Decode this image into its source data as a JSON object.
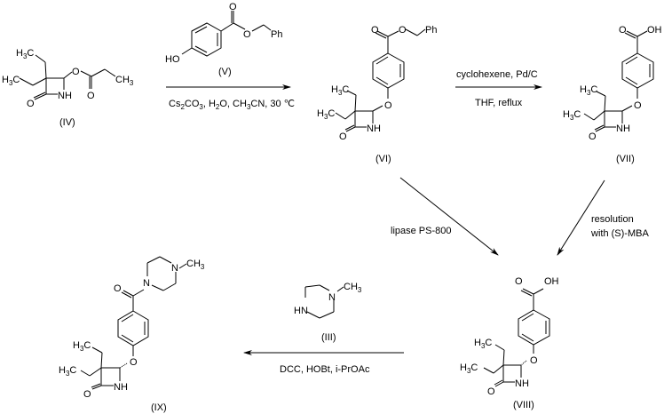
{
  "scheme": {
    "compounds": {
      "IV": {
        "label": "(IV)",
        "atoms": {
          "h3c_top": "H",
          "h3c_top_sub": "3",
          "h3c_top_c": "C",
          "h3c_left": "H",
          "h3c_left_sub": "3",
          "h3c_left_c": "C",
          "o_ether": "O",
          "o_carbonyl_ester": "O",
          "ch3": "CH",
          "ch3_sub": "3",
          "nh": "NH",
          "o_lactam": "O"
        }
      },
      "V": {
        "label": "(V)",
        "atoms": {
          "ho": "HO",
          "o_carbonyl": "O",
          "o_ester": "O",
          "ph": "Ph"
        }
      },
      "VI": {
        "label": "(VI)",
        "atoms": {
          "o_carbonyl": "O",
          "o_ester": "O",
          "ph": "Ph",
          "o_ether": "O",
          "nh": "NH",
          "o_lactam": "O",
          "h": "H",
          "sub3": "3",
          "c": "C"
        }
      },
      "VII": {
        "label": "(VII)",
        "atoms": {
          "o_carbonyl": "O",
          "oh": "OH",
          "o_ether": "O",
          "nh": "NH",
          "o_lactam": "O",
          "h": "H",
          "sub3": "3",
          "c": "C"
        }
      },
      "VIII": {
        "label": "(VIII)",
        "atoms": {
          "o_carbonyl": "O",
          "oh": "OH",
          "o_ether": "O",
          "nh": "NH",
          "o_lactam": "O",
          "h": "H",
          "sub3": "3",
          "c": "C"
        }
      },
      "III": {
        "label": "(III)",
        "atoms": {
          "hn": "HN",
          "n": "N",
          "ch": "CH",
          "sub3": "3"
        }
      },
      "IX": {
        "label": "(IX)",
        "atoms": {
          "o_carbonyl": "O",
          "n1": "N",
          "n2": "N",
          "ch": "CH",
          "sub3": "3",
          "o_ether": "O",
          "nh": "NH",
          "o_lactam": "O",
          "h": "H",
          "c": "C"
        }
      }
    },
    "reactions": {
      "step1": {
        "reagents_main": "Cs",
        "sub2": "2",
        "co": "CO",
        "sub3": "3",
        "rest1": ", H",
        "sub2b": "2",
        "rest2": "O, CH",
        "sub3b": "3",
        "rest3": "CN, 30 ℃"
      },
      "step2": {
        "above": "cyclohexene, Pd/C",
        "below": "THF, reflux"
      },
      "step3": {
        "label": "lipase PS-800"
      },
      "step4": {
        "line1": "resolution",
        "line2": "with (S)-MBA"
      },
      "step5": {
        "below": "DCC, HOBt, i-PrOAc"
      }
    }
  }
}
